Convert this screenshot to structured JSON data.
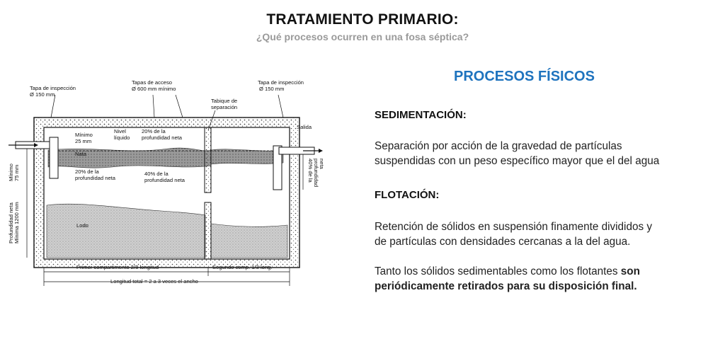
{
  "header": {
    "title": "TRATAMIENTO PRIMARIO:",
    "subtitle": "¿Qué procesos ocurren en una fosa séptica?"
  },
  "diagram": {
    "labels": {
      "tapa_inspeccion_left": "Tapa de inspección",
      "diam_150_left": "Ø 150 mm",
      "tapas_acceso": "Tapas de acceso",
      "diam_600": "Ø 600 mm mínimo",
      "tapa_inspeccion_right": "Tapa de inspección",
      "diam_150_right": "Ø 150 mm",
      "tabique_1": "Tabique de",
      "tabique_2": "separación",
      "salida": "Salida",
      "minimo": "Mínimo",
      "mm25": "25 mm",
      "nivel": "Nivel",
      "liquido": "líquido",
      "pct20_a": "20% de la",
      "prof_neta_a": "profundidad neta",
      "nata": "Nata",
      "pct20_b": "20% de la",
      "prof_neta_b": "profundidad neta",
      "pct40_a": "40% de la",
      "prof_neta_c": "profundidad neta",
      "right_vertical_1": "40% de la",
      "right_vertical_2": "profundidad",
      "right_vertical_3": "neta",
      "left_vertical_1": "Mínimo",
      "left_vertical_2": "75 mm",
      "left_vertical_3": "Profundidad neta",
      "left_vertical_4": "Mínima 1200 mm",
      "lodo": "Lodo",
      "primer_comp": "Primer compartimento 2/3 longitud",
      "segundo_comp": "Segundo comp. 1/3 long.",
      "longitud_total": "Longitud total = 2 a 3 veces el ancho"
    }
  },
  "content": {
    "section_heading": "PROCESOS FÍSICOS",
    "sedimentacion": {
      "heading": "SEDIMENTACIÓN:",
      "line1": "Separación por acción de la gravedad de partículas",
      "line2": "suspendidas con un peso específico mayor que el del agua"
    },
    "flotacion": {
      "heading": "FLOTACIÓN:",
      "line1": "Retención de sólidos en suspensión finamente divididos y",
      "line2": "de partículas con densidades cercanas a la del agua."
    },
    "conclusion": {
      "line1_normal": "Tanto los sólidos sedimentables como los flotantes ",
      "line1_bold": "son",
      "line2_bold": "periódicamente retirados  para su disposición final."
    }
  }
}
